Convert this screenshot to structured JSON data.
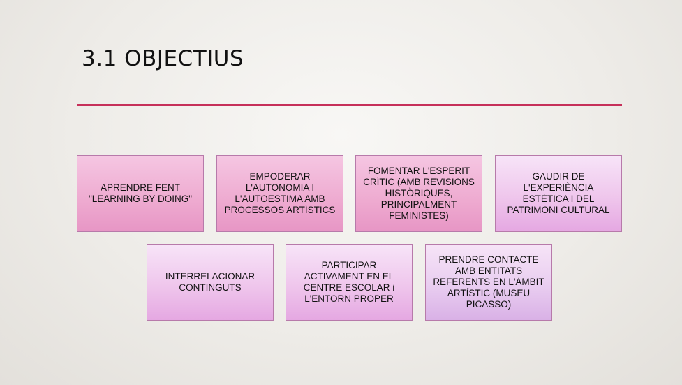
{
  "slide": {
    "title": "3.1 OBJECTIUS",
    "colors": {
      "accent_rule": "#c6305a",
      "box_border": "#b77aaa"
    },
    "objectives_row1": [
      "APRENDRE FENT\n\"LEARNING BY DOING\"",
      "EMPODERAR\nL'AUTONOMIA I\nL'AUTOESTIMA AMB\nPROCESSOS ARTÍSTICS",
      "FOMENTAR L'ESPERIT\nCRÍTIC (AMB REVISIONS\nHISTÒRIQUES,\nPRINCIPALMENT\nFEMINISTES)",
      "GAUDIR DE\nL'EXPERIÈNCIA\nESTÈTICA I DEL\nPATRIMONI CULTURAL"
    ],
    "objectives_row2": [
      "INTERRELACIONAR\nCONTINGUTS",
      "PARTICIPAR\nACTIVAMENT EN EL\nCENTRE ESCOLAR i\nL'ENTORN PROPER",
      "PRENDRE CONTACTE\nAMB ENTITATS\nREFERENTS EN L'ÀMBIT\nARTÍSTIC (MUSEU\nPICASSO)"
    ]
  }
}
